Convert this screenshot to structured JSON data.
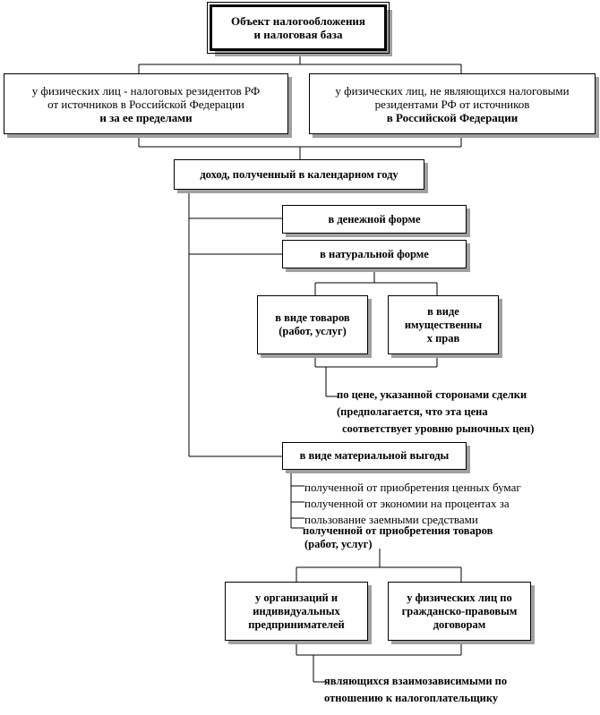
{
  "title": {
    "line1": "Объект налогообложения",
    "line2": "и налоговая база"
  },
  "residents": {
    "line1": "у физических лиц - налоговых резидентов РФ",
    "line2": "от источников в Российской Федерации",
    "line3": "и за ее пределами"
  },
  "nonresidents": {
    "line1": "у физических лиц,  не являющихся налоговыми",
    "line2": "резидентами РФ от источников",
    "line3": "в Российской Федерации"
  },
  "income": "доход, полученный  в календарном году",
  "monetary": "в денежной форме",
  "natural": "в натуральной форме",
  "goods": {
    "line1": "в виде товаров",
    "line2": "(работ, услуг)"
  },
  "property_rights": {
    "line1": "в виде",
    "line2": "имущественны",
    "line3": "х прав"
  },
  "price_note": {
    "line1": "по цене, указанной  сторонами сделки",
    "line2": "(предполагается, что эта цена",
    "line3": "соответствует уровню рыночных цен)"
  },
  "material_benefit": "в виде материальной выгоды",
  "benefit_items": {
    "item1": "полученной  от приобретения ценных  бумаг",
    "item2": "полученной  от экономии на процентах  за",
    "item3": "пользование  заемными средствами",
    "item4": "полученной  от приобретения товаров",
    "item5": "(работ, услуг)"
  },
  "organizations": {
    "line1": "у организаций  и",
    "line2": "индивидуальных",
    "line3": "предпринимателей"
  },
  "individuals": {
    "line1": "у физических лиц по",
    "line2": "гражданско-правовым",
    "line3": "договорам"
  },
  "interdependent": {
    "line1": "являющихся взаимозависимыми по",
    "line2": "отношению  к налогоплательщику"
  }
}
